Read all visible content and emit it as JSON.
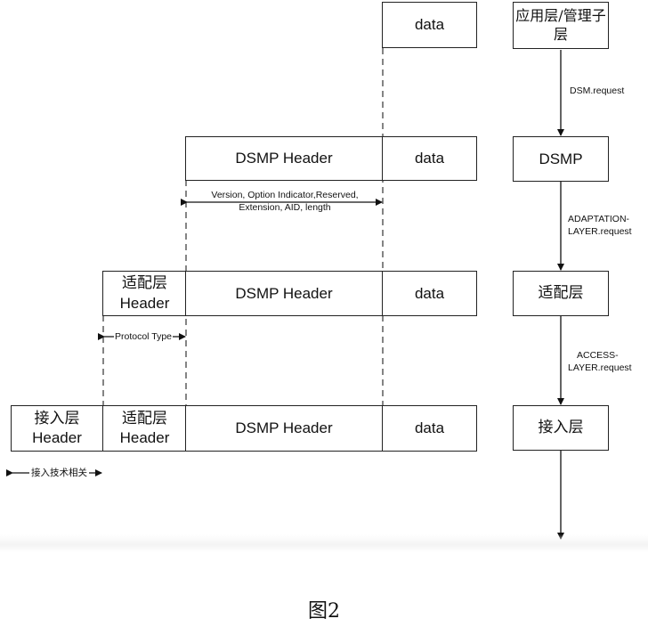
{
  "packets": {
    "row1": {
      "data": "data"
    },
    "row2": {
      "header": "DSMP Header",
      "data": "data"
    },
    "row3": {
      "adaptation_line1": "适配层",
      "adaptation_line2": "Header",
      "header": "DSMP Header",
      "data": "data"
    },
    "row4": {
      "access_line1": "接入层",
      "access_line2": "Header",
      "adaptation_line1": "适配层",
      "adaptation_line2": "Header",
      "header": "DSMP Header",
      "data": "data"
    }
  },
  "annotations": {
    "dsmp_fields_line1": "Version, Option Indicator,Reserved,",
    "dsmp_fields_line2": "Extension, AID, length",
    "protocol_type": "Protocol Type",
    "access_tech": "接入技术相关"
  },
  "layers": {
    "app_line1": "应用层/管理子",
    "app_line2": "层",
    "dsmp": "DSMP",
    "adaptation": "适配层",
    "access": "接入层"
  },
  "primitives": {
    "dsm_request": "DSM.request",
    "adaptation_line1": "ADAPTATION-",
    "adaptation_line2": "LAYER.request",
    "access_line1": "ACCESS-",
    "access_line2": "LAYER.request"
  },
  "caption": "图2"
}
